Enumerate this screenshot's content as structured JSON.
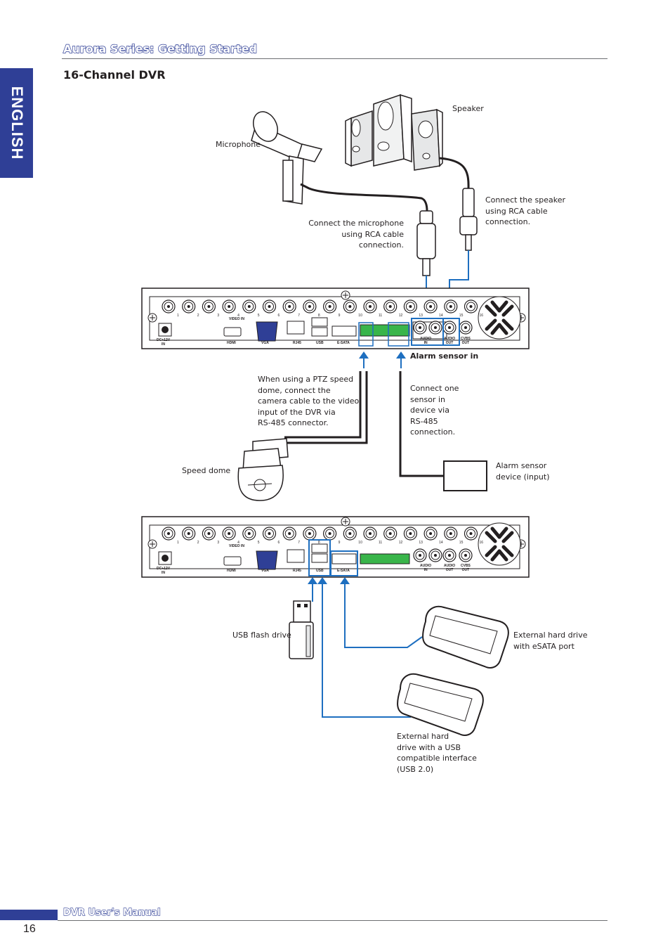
{
  "side_tab": {
    "label": "ENGLISH"
  },
  "header": {
    "title": "Aurora Series: Getting Started"
  },
  "section": {
    "title": "16-Channel DVR"
  },
  "labels": {
    "speaker": "Speaker",
    "microphone": "Microphone",
    "connect_speaker": "Connect the speaker\nusing RCA cable\nconnection.",
    "connect_mic": "Connect the microphone\nusing RCA cable\nconnection.",
    "alarm_sensor_in": "Alarm sensor in",
    "ptz_note": "When using a PTZ speed\ndome, connect the\ncamera cable to the video\ninput of the DVR via\nRS-485 connector.",
    "sensor_note": "Connect one\nsensor in\ndevice via\nRS-485\nconnection.",
    "alarm_device": "Alarm sensor\ndevice (input)",
    "speed_dome": "Speed dome",
    "usb_flash": "USB flash drive",
    "ext_esata": "External hard drive\nwith eSATA port",
    "ext_usb": "External hard\ndrive with a USB\ncompatible interface\n(USB 2.0)"
  },
  "dvr_panel": {
    "channel_numbers": [
      "1",
      "2",
      "3",
      "4",
      "5",
      "6",
      "7",
      "8",
      "9",
      "10",
      "11",
      "12",
      "13",
      "14",
      "15",
      "16"
    ],
    "video_in": "VIDEO IN",
    "dc_in": "DC+12V\nIN",
    "hdmi": "HDMI",
    "vga": "VGA",
    "rj45": "RJ45",
    "usb": "USB",
    "esata": "E-SATA",
    "audio_in": "AUDIO\nIN",
    "audio_out": "AUDIO\nOUT",
    "cvbs_out": "CVBS\nOUT"
  },
  "colors": {
    "brand_blue": "#2f3f96",
    "wire_blue": "#1e6fc0",
    "terminal_green": "#39b54a"
  },
  "footer": {
    "manual_title": "DVR User's Manual",
    "page_number": "16"
  }
}
